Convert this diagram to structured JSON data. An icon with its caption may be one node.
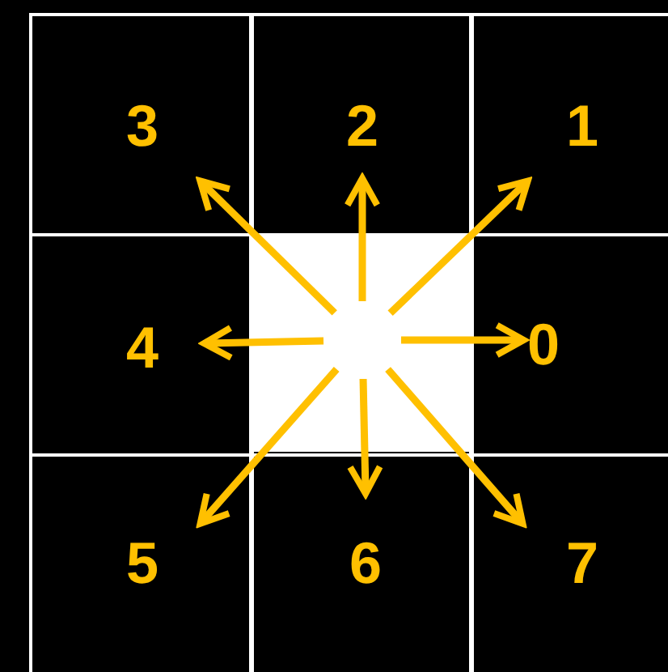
{
  "diagram": {
    "nodes": [
      {
        "text": [
          "3"
        ]
      },
      {
        "text": [
          "2"
        ]
      },
      {
        "text": [
          "1"
        ]
      },
      {
        "text": [
          "4"
        ]
      },
      {
        "text": [],
        "shape": "box"
      },
      {
        "text": [
          "0"
        ]
      },
      {
        "text": [
          "5"
        ]
      },
      {
        "text": [
          "6"
        ]
      },
      {
        "text": [
          "7"
        ]
      }
    ],
    "edges": [
      {
        "from": 4,
        "to": 0,
        "arrow": "to"
      },
      {
        "from": 4,
        "to": 1,
        "arrow": "to"
      },
      {
        "from": 4,
        "to": 2,
        "arrow": "to"
      },
      {
        "from": 4,
        "to": 3,
        "arrow": "to"
      },
      {
        "from": 4,
        "to": 5,
        "arrow": "to"
      },
      {
        "from": 4,
        "to": 6,
        "arrow": "to"
      },
      {
        "from": 4,
        "to": 7,
        "arrow": "to"
      },
      {
        "from": 4,
        "to": 8,
        "arrow": "to"
      }
    ]
  }
}
